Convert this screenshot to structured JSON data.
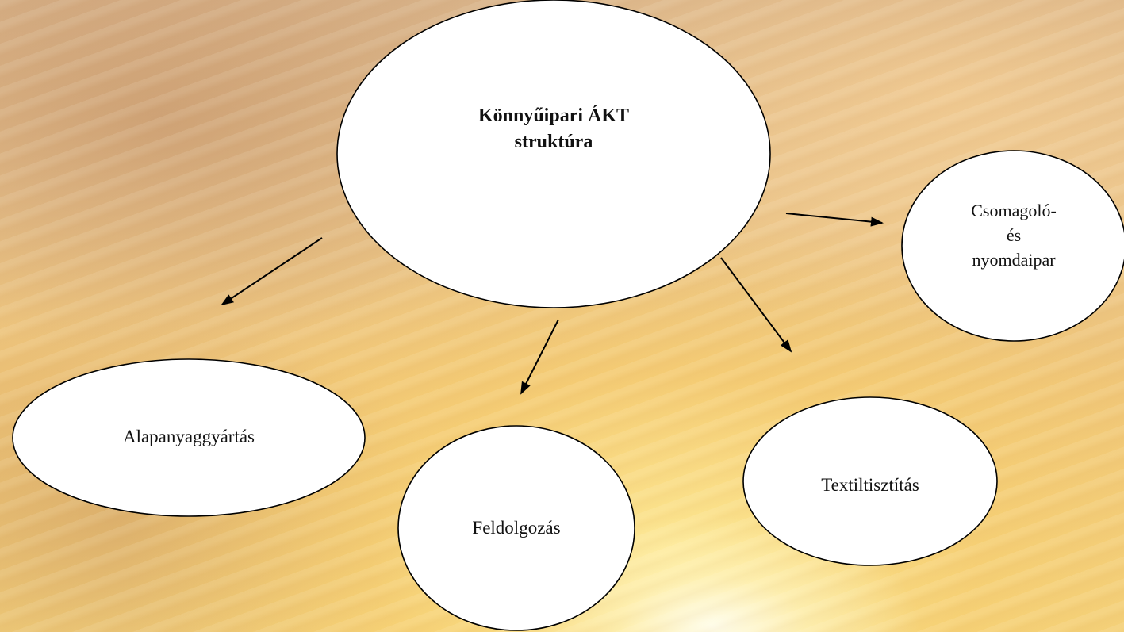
{
  "diagram": {
    "central_node": {
      "line1": "Könnyűipari ÁKT",
      "line2": "struktúra"
    },
    "nodes": {
      "alapanyag": "Alapanyaggyártás",
      "feldolgozas": "Feldolgozás",
      "textil": "Textiltisztítás",
      "csomagolo_line1": "Csomagoló-",
      "csomagolo_line2": "és",
      "csomagolo_line3": "nyomdaipar"
    }
  }
}
